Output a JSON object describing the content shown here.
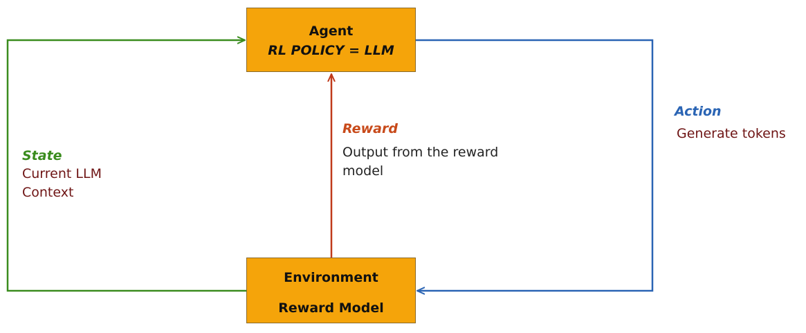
{
  "agent": {
    "title": "Agent",
    "subtitle": "RL POLICY = LLM"
  },
  "environment": {
    "title": "Environment",
    "subtitle": "Reward Model"
  },
  "state": {
    "heading": "State",
    "lines": [
      "Current LLM",
      "Context"
    ]
  },
  "reward": {
    "heading": "Reward",
    "lines": [
      "Output from the reward",
      "model"
    ]
  },
  "action": {
    "heading": "Action",
    "lines": [
      "Generate tokens"
    ]
  },
  "colors": {
    "box_fill": "#f5a40a",
    "state_arrow": "#3a8c1e",
    "reward_arrow": "#c03a1a",
    "action_arrow": "#2a64b4",
    "state_heading": "#3a8c1e",
    "reward_heading": "#c84a1a",
    "action_heading": "#2a64b4",
    "detail_text": "#6e1414"
  }
}
